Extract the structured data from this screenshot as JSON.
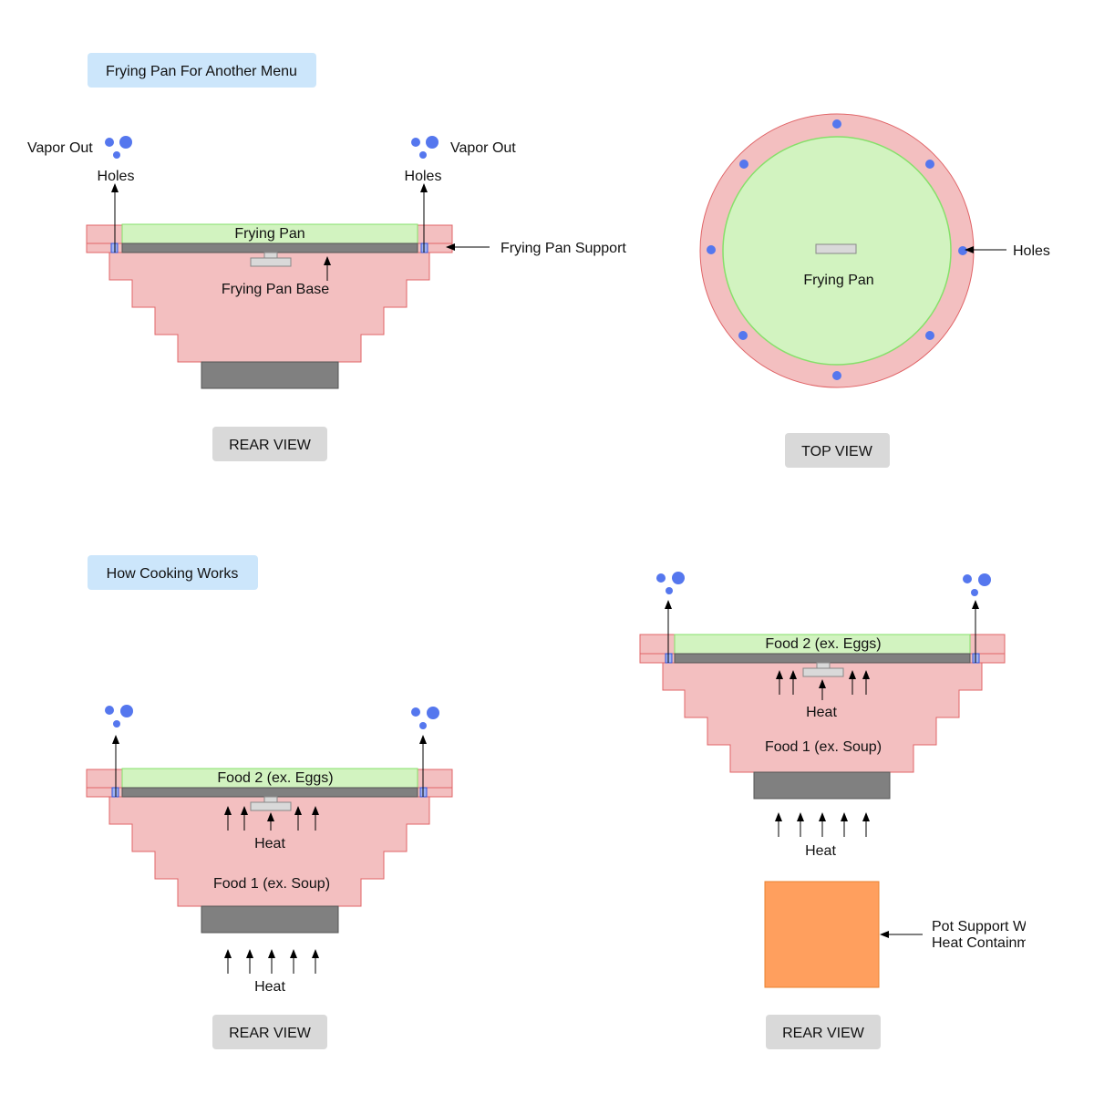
{
  "colors": {
    "pan_pink": "#f3bfc0",
    "pan_pink_stroke": "#e06467",
    "green_fill": "#d2f3c0",
    "green_stroke": "#86e06a",
    "dark_gray": "#808080",
    "handle_gray": "#d9d9d9",
    "blue_dot": "#5577ee",
    "blue_header": "#cce6fb",
    "view_button": "#d9d9d9",
    "orange": "#ff9f5e",
    "orange_stroke": "#e8802f"
  },
  "section1": {
    "header": "Frying Pan For Another Menu"
  },
  "section2": {
    "header": "How Cooking Works"
  },
  "rear1": {
    "vapor_left": "Vapor Out",
    "vapor_right": "Vapor Out",
    "holes_left": "Holes",
    "holes_right": "Holes",
    "pan_label": "Frying Pan",
    "support_label": "Frying Pan Support",
    "base_label": "Frying Pan Base",
    "view_label": "REAR VIEW"
  },
  "top1": {
    "pan_label": "Frying Pan",
    "holes_label": "Holes",
    "view_label": "TOP VIEW"
  },
  "rear2": {
    "food2_label": "Food 2 (ex. Eggs)",
    "heat_inner": "Heat",
    "food1_label": "Food 1 (ex. Soup)",
    "heat_outer": "Heat",
    "view_label": "REAR VIEW"
  },
  "rear3": {
    "food2_label": "Food 2 (ex. Eggs)",
    "heat_inner": "Heat",
    "food1_label": "Food 1 (ex. Soup)",
    "heat_outer": "Heat",
    "support_line1": "Pot Support W",
    "support_line2": "Heat Containm",
    "view_label": "REAR VIEW"
  }
}
